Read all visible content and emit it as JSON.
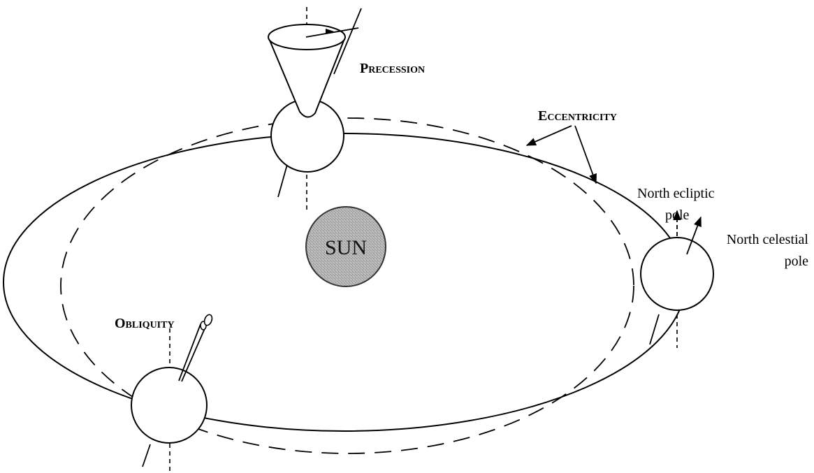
{
  "labels": {
    "precession": "Precession",
    "eccentricity": "Eccentricity",
    "obliquity": "Obliquity",
    "sun": "SUN",
    "north_ecliptic_line1": "North ecliptic",
    "north_ecliptic_line2": "pole",
    "north_celestial_line1": "North celestial",
    "north_celestial_line2": "pole"
  },
  "colors": {
    "line": "#000000",
    "sun_fill": "#a9a9a9",
    "background": "#ffffff"
  }
}
